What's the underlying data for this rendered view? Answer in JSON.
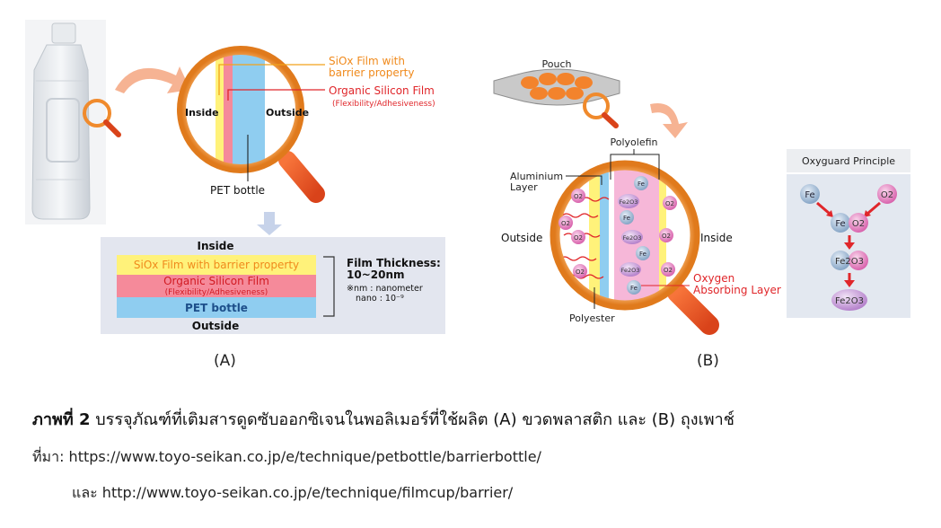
{
  "panel_a": {
    "siox_label_1": "SiOx Film with",
    "siox_label_2": "barrier property",
    "organic_label": "Organic Silicon Film",
    "organic_sub": "(Flexibility/Adhesiveness)",
    "inside": "Inside",
    "outside": "Outside",
    "pet_bottle": "PET bottle",
    "layers": {
      "inside": "Inside",
      "siox": "SiOx Film with barrier property",
      "organic": "Organic Silicon Film",
      "organic_sub": "(Flexibility/Adhesiveness)",
      "pet": "PET bottle",
      "outside": "Outside"
    },
    "thickness_title": "Film Thickness:",
    "thickness_value": "10~20nm",
    "thickness_note_1": "※nm : nanometer",
    "thickness_note_2": "nano : 10⁻⁹",
    "panel_label": "(A)"
  },
  "panel_b": {
    "pouch": "Pouch",
    "polyolefin": "Polyolefin",
    "aluminium_1": "Aluminium",
    "aluminium_2": "Layer",
    "outside": "Outside",
    "inside": "Inside",
    "polyester": "Polyester",
    "oxygen_1": "Oxygen",
    "oxygen_2": "Absorbing Layer",
    "fe": "Fe",
    "o2": "O2",
    "fe2o3": "Fe2O3",
    "principle_title": "Oxyguard Principle",
    "panel_label": "(B)"
  },
  "caption": {
    "bold": "ภาพที่ 2",
    "text": " บรรจุภัณฑ์ที่เติมสารดูดซับออกซิเจนในพอลิเมอร์ที่ใช้ผลิต (A) ขวดพลาสติก และ (B) ถุงเพาช์"
  },
  "source": {
    "line1": "ที่มา: https://www.toyo-seikan.co.jp/e/technique/petbottle/barrierbottle/",
    "line2": "และ http://www.toyo-seikan.co.jp/e/technique/filmcup/barrier/"
  },
  "colors": {
    "orange": "#f08a2c",
    "siox_yellow": "#fff27a",
    "organic_pink": "#f58a9a",
    "pet_blue": "#8fcdf0",
    "red": "#e0262a",
    "fe_blue": "#9ab8d6",
    "o2_pink": "#e884c4",
    "fe2o3_purple": "#c99ad8"
  }
}
